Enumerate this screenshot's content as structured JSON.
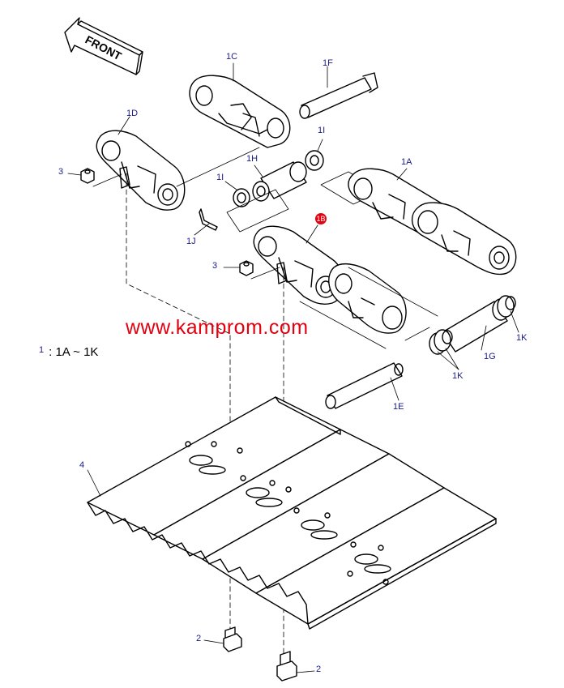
{
  "front_arrow": {
    "text": "FRONT"
  },
  "watermark": "www.kamprom.com",
  "legend": {
    "index": "1",
    "text": ": 1A ~ 1K"
  },
  "labels": {
    "p1A": "1A",
    "p1B": "1B",
    "p1C": "1C",
    "p1D": "1D",
    "p1E": "1E",
    "p1F": "1F",
    "p1G": "1G",
    "p1H": "1H",
    "p1I_left": "1I",
    "p1I_right": "1I",
    "p1J": "1J",
    "p1K_right": "1K",
    "p1K_bottom": "1K",
    "p2_left": "2",
    "p2_right": "2",
    "p3_top": "3",
    "p3_mid": "3",
    "p4": "4"
  },
  "colors": {
    "line": "#000000",
    "label": "#1a1a8c",
    "watermark": "#e3000f"
  }
}
